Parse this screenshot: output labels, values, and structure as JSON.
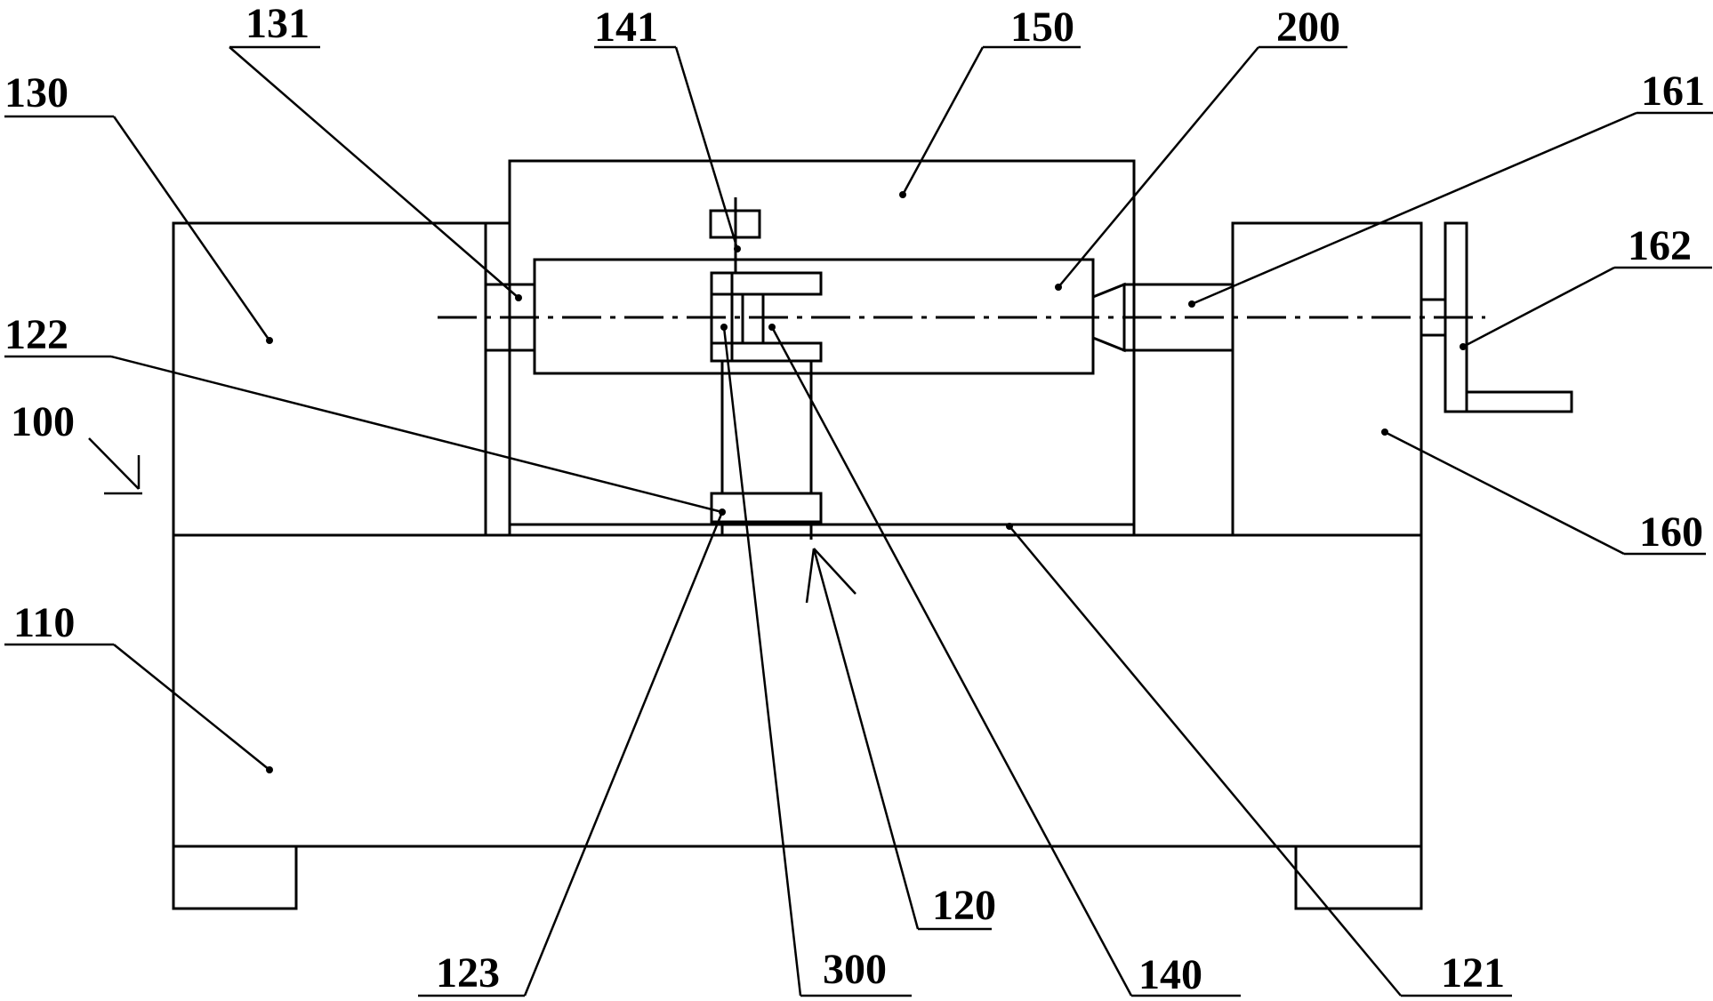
{
  "labels": {
    "l100": "100",
    "l110": "110",
    "l120": "120",
    "l121": "121",
    "l122": "122",
    "l123": "123",
    "l130": "130",
    "l131": "131",
    "l140": "140",
    "l141": "141",
    "l150": "150",
    "l160": "160",
    "l161": "161",
    "l162": "162",
    "l200": "200",
    "l300": "300"
  }
}
